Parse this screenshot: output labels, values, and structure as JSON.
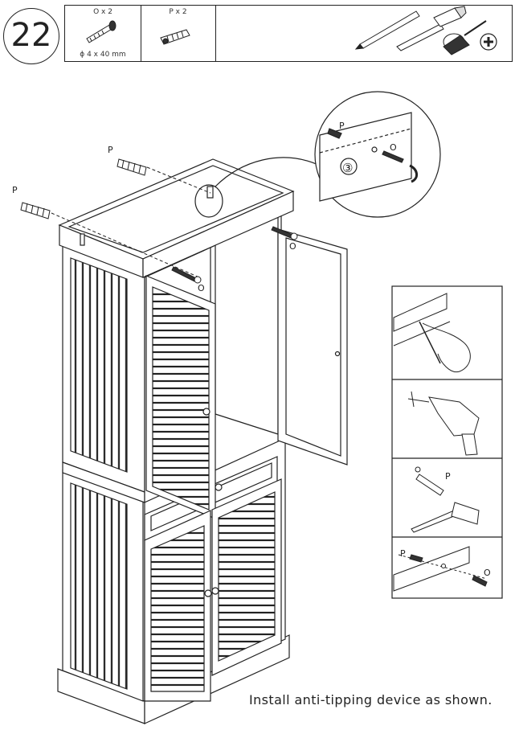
{
  "step": {
    "number": "22"
  },
  "parts": [
    {
      "count_label": "O x 2",
      "spec": "ϕ 4 x 40 mm"
    },
    {
      "count_label": "P x 2"
    }
  ],
  "labels": {
    "p": "P",
    "o": "O",
    "sub_step": "③"
  },
  "tools": [
    "pencil-icon",
    "hammer-icon",
    "screwdriver-icon",
    "phillips-head-icon"
  ],
  "instruction": "Install anti-tipping device as shown."
}
